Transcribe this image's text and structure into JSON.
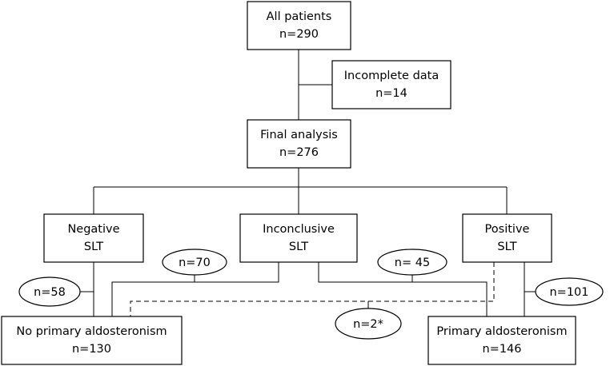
{
  "nodes": {
    "all_patients": {
      "line1": "All patients",
      "line2": "n=290"
    },
    "incomplete": {
      "line1": "Incomplete data",
      "line2": "n=14"
    },
    "final": {
      "line1": "Final analysis",
      "line2": "n=276"
    },
    "negative": {
      "line1": "Negative",
      "line2": "SLT"
    },
    "inconclusive": {
      "line1": "Inconclusive",
      "line2": "SLT"
    },
    "positive": {
      "line1": "Positive",
      "line2": "SLT"
    },
    "no_pa": {
      "line1": "No primary aldosteronism",
      "line2": "n=130"
    },
    "pa": {
      "line1": "Primary aldosteronism",
      "line2": "n=146"
    }
  },
  "ellipses": {
    "n58": "n=58",
    "n70": "n=70",
    "n45": "n= 45",
    "n2": "n=2*",
    "n101": "n=101"
  }
}
